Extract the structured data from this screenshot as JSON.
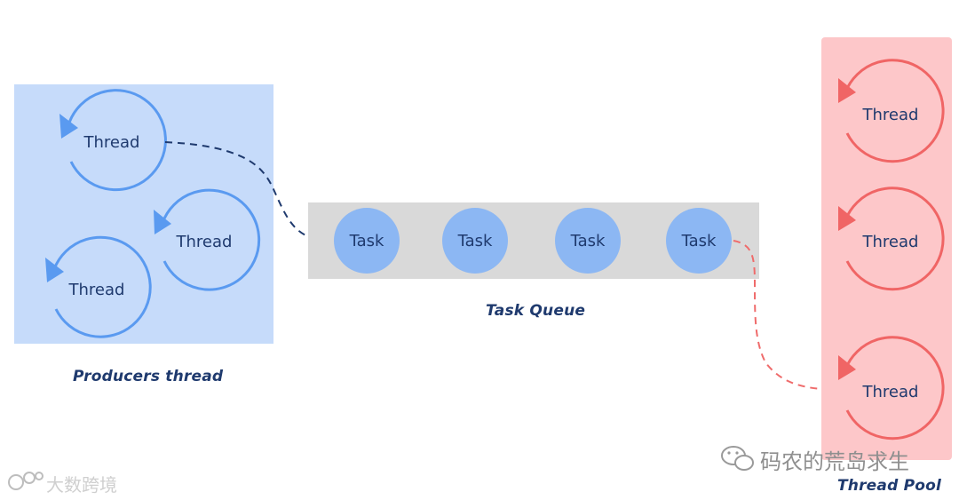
{
  "producers": {
    "caption": "Producers thread",
    "threads": [
      "Thread",
      "Thread",
      "Thread"
    ]
  },
  "queue": {
    "caption": "Task Queue",
    "tasks": [
      "Task",
      "Task",
      "Task",
      "Task"
    ]
  },
  "pool": {
    "caption": "Thread Pool",
    "threads": [
      "Thread",
      "Thread",
      "Thread"
    ]
  },
  "watermarks": {
    "left": "大数跨境",
    "right": "码农的荒岛求生"
  },
  "colors": {
    "producer_bg": "#c6dbfa",
    "producer_ring": "#5a9af0",
    "producer_arrow": "#1f3a6e",
    "queue_bg": "#d9d9d9",
    "task_fill": "#8cb7f3",
    "pool_bg": "#fdc7c9",
    "pool_ring": "#f06565",
    "pool_arrow": "#ef6b6b",
    "caption": "#1f3a6e"
  }
}
